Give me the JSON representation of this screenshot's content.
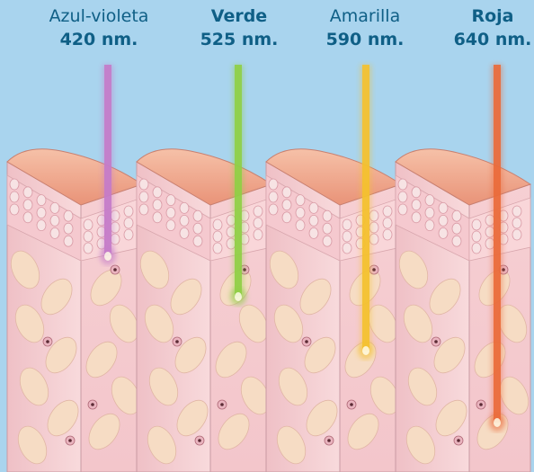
{
  "beams": [
    {
      "name": "Azul-violeta",
      "wavelength": "420 nm.",
      "color": "#c47bc9"
    },
    {
      "name": "Verde",
      "wavelength": "525 nm.",
      "color": "#8fcf45"
    },
    {
      "name": "Amarilla",
      "wavelength": "590 nm.",
      "color": "#f4c12e"
    },
    {
      "name": "Roja",
      "wavelength": "640 nm.",
      "color": "#ea6a3a"
    }
  ],
  "colors": {
    "background": "#a9d4ee",
    "label_text": "#0f5f86",
    "skin_surface": "#f0a98e",
    "tissue": "#f7d3d6",
    "cells": "#f3dcc5"
  }
}
